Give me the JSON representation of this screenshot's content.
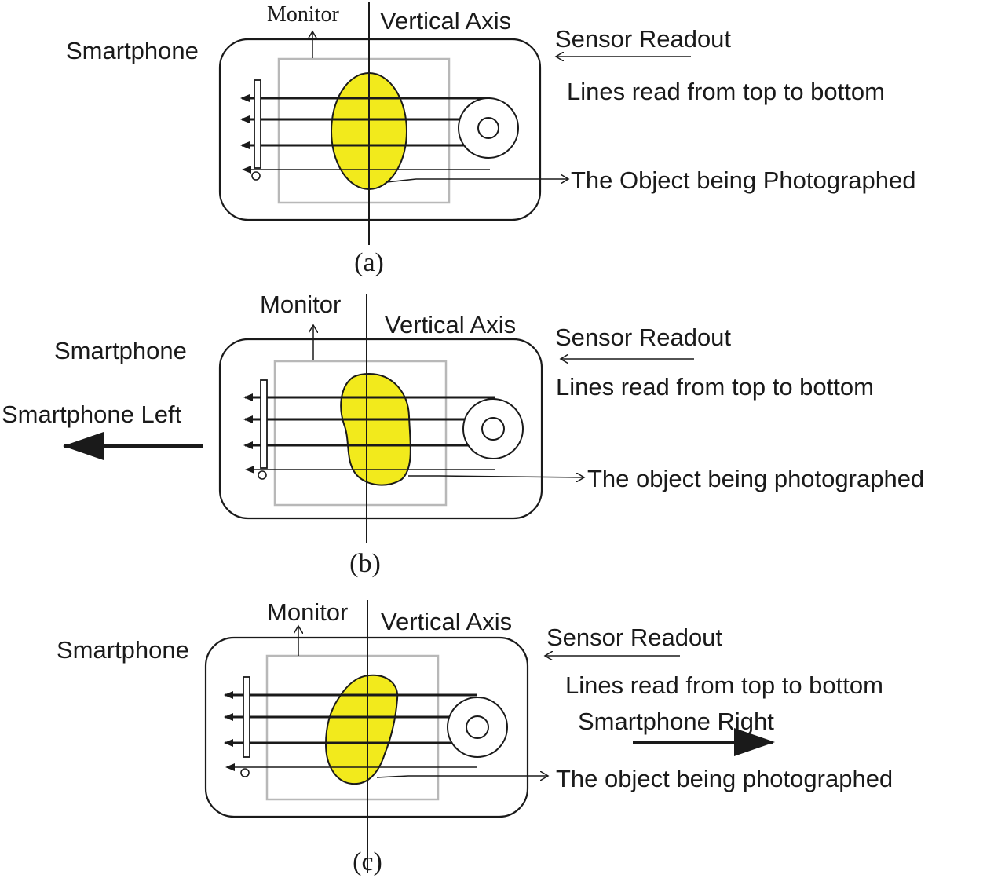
{
  "panels": [
    {
      "id": "a",
      "caption": "(a)",
      "smartphone_label": "Smartphone",
      "monitor_label": "Monitor",
      "vertical_axis_label": "Vertical Axis",
      "sensor_readout_label": "Sensor Readout",
      "lines_label": "Lines read from top to bottom",
      "object_label": "The Object being Photographed",
      "motion_label": ""
    },
    {
      "id": "b",
      "caption": "(b)",
      "smartphone_label": "Smartphone",
      "monitor_label": "Monitor",
      "vertical_axis_label": "Vertical Axis",
      "sensor_readout_label": "Sensor Readout",
      "lines_label": "Lines read from top to bottom",
      "object_label": "The object being photographed",
      "motion_label": "Smartphone Left"
    },
    {
      "id": "c",
      "caption": "(c)",
      "smartphone_label": "Smartphone",
      "monitor_label": "Monitor",
      "vertical_axis_label": "Vertical Axis",
      "sensor_readout_label": "Sensor Readout",
      "lines_label": "Lines read from top to bottom",
      "object_label": "The object being photographed",
      "motion_label": "Smartphone Right"
    }
  ],
  "colors": {
    "object_fill": "#f2ea1c",
    "monitor_border": "#b8b8b8",
    "ink": "#1a1a1a"
  }
}
